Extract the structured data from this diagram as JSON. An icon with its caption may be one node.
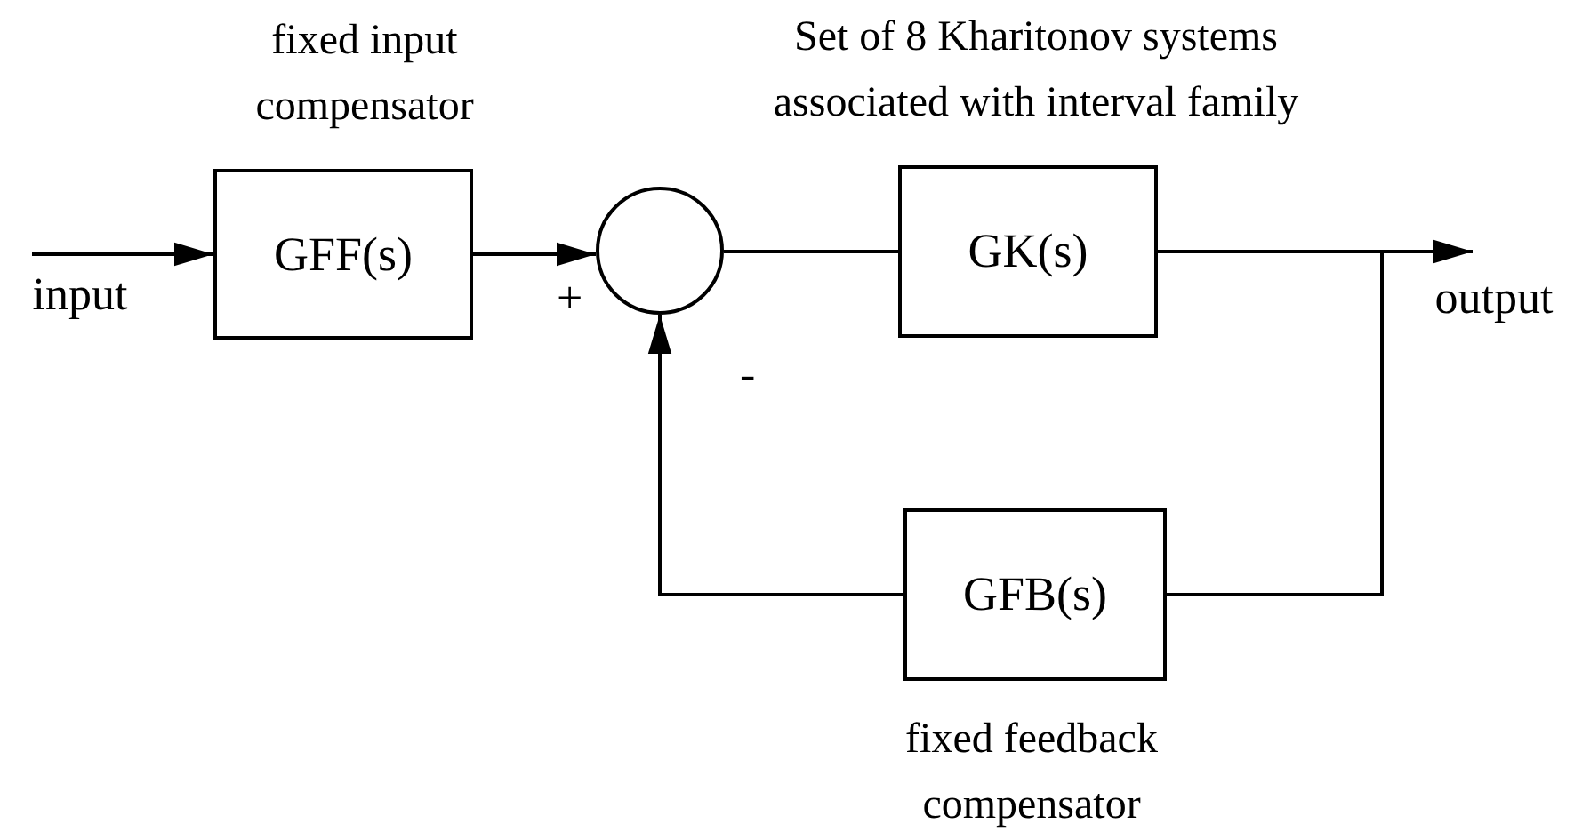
{
  "diagram": {
    "nodes": [
      {
        "text": [
          "input"
        ]
      },
      {
        "text": [
          "GFF(s)"
        ],
        "beside": [
          "fixed input compensator"
        ]
      },
      {
        "text": [],
        "shape": "circle"
      },
      {
        "text": [
          "GK(s)"
        ],
        "beside": [
          "Set of 8 Kharitonov systems associated with interval family"
        ]
      },
      {
        "text": [
          "output"
        ]
      },
      {
        "text": [
          "GFB(s)"
        ],
        "beside": [
          "fixed feedback compensator"
        ]
      }
    ],
    "edges": [
      {
        "from": 0,
        "to": 1,
        "arrow": "to"
      },
      {
        "from": 1,
        "to": 2,
        "arrow": "to"
      },
      {
        "from": 2,
        "to": 3,
        "arrow": "none"
      },
      {
        "from": 3,
        "to": 4,
        "arrow": "to"
      },
      {
        "from": 3,
        "to": 5,
        "arrow": "none"
      },
      {
        "from": 5,
        "to": 2,
        "arrow": "to"
      }
    ],
    "labels": [
      "+",
      "-"
    ]
  }
}
